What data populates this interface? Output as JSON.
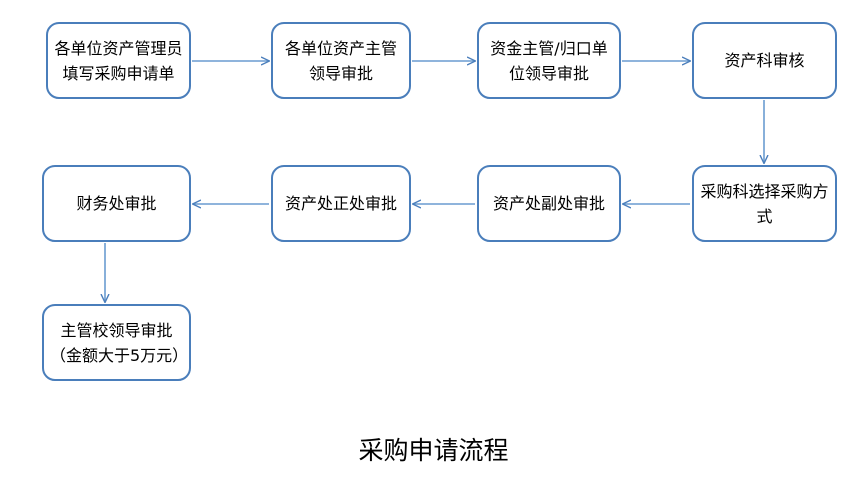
{
  "diagram": {
    "caption": "采购申请流程",
    "accent_color": "#4a7ebb",
    "node_fill": "#ffffff",
    "text_color": "#000000",
    "nodes": [
      {
        "id": "n1",
        "label": "各单位资产管理员填写采购申请单"
      },
      {
        "id": "n2",
        "label": "各单位资产主管领导审批"
      },
      {
        "id": "n3",
        "label": "资金主管/归口单位领导审批"
      },
      {
        "id": "n4",
        "label": "资产科审核"
      },
      {
        "id": "n5",
        "label": "采购科选择采购方式"
      },
      {
        "id": "n6",
        "label": "资产处副处审批"
      },
      {
        "id": "n7",
        "label": "资产处正处审批"
      },
      {
        "id": "n8",
        "label": "财务处审批"
      },
      {
        "id": "n9",
        "label": "主管校领导审批（金额大于5万元）"
      }
    ],
    "edges": [
      {
        "from": "n1",
        "to": "n2",
        "direction": "right"
      },
      {
        "from": "n2",
        "to": "n3",
        "direction": "right"
      },
      {
        "from": "n3",
        "to": "n4",
        "direction": "right"
      },
      {
        "from": "n4",
        "to": "n5",
        "direction": "down"
      },
      {
        "from": "n5",
        "to": "n6",
        "direction": "left"
      },
      {
        "from": "n6",
        "to": "n7",
        "direction": "left"
      },
      {
        "from": "n7",
        "to": "n8",
        "direction": "left"
      },
      {
        "from": "n8",
        "to": "n9",
        "direction": "down"
      }
    ]
  }
}
